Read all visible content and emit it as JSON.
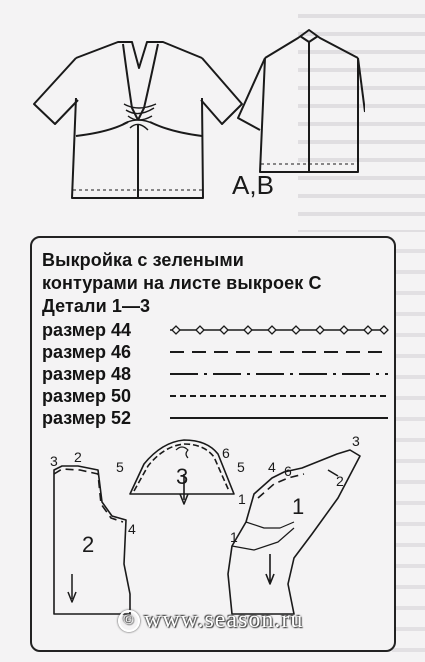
{
  "models_label": "A,B",
  "instructions": {
    "line1": "Выкройка с зелеными",
    "line2": "контурами на листе выкроек С",
    "line3": "Детали 1—3"
  },
  "sizes": [
    {
      "label": "размер 44",
      "line_style": "diamond-dot"
    },
    {
      "label": "размер 46",
      "line_style": "long-dash"
    },
    {
      "label": "размер 48",
      "line_style": "dash-dot"
    },
    {
      "label": "размер 50",
      "line_style": "short-dash"
    },
    {
      "label": "размер 52",
      "line_style": "solid"
    }
  ],
  "pattern_labels": {
    "detail_1": "1",
    "detail_2": "2",
    "detail_3": "3",
    "notch_3": "3",
    "notch_4": "4",
    "notch_5": "5",
    "notch_6": "6",
    "notch_2": "2",
    "notch_1": "1"
  },
  "watermark": {
    "symbol": "©",
    "text": "www.season.ru"
  }
}
